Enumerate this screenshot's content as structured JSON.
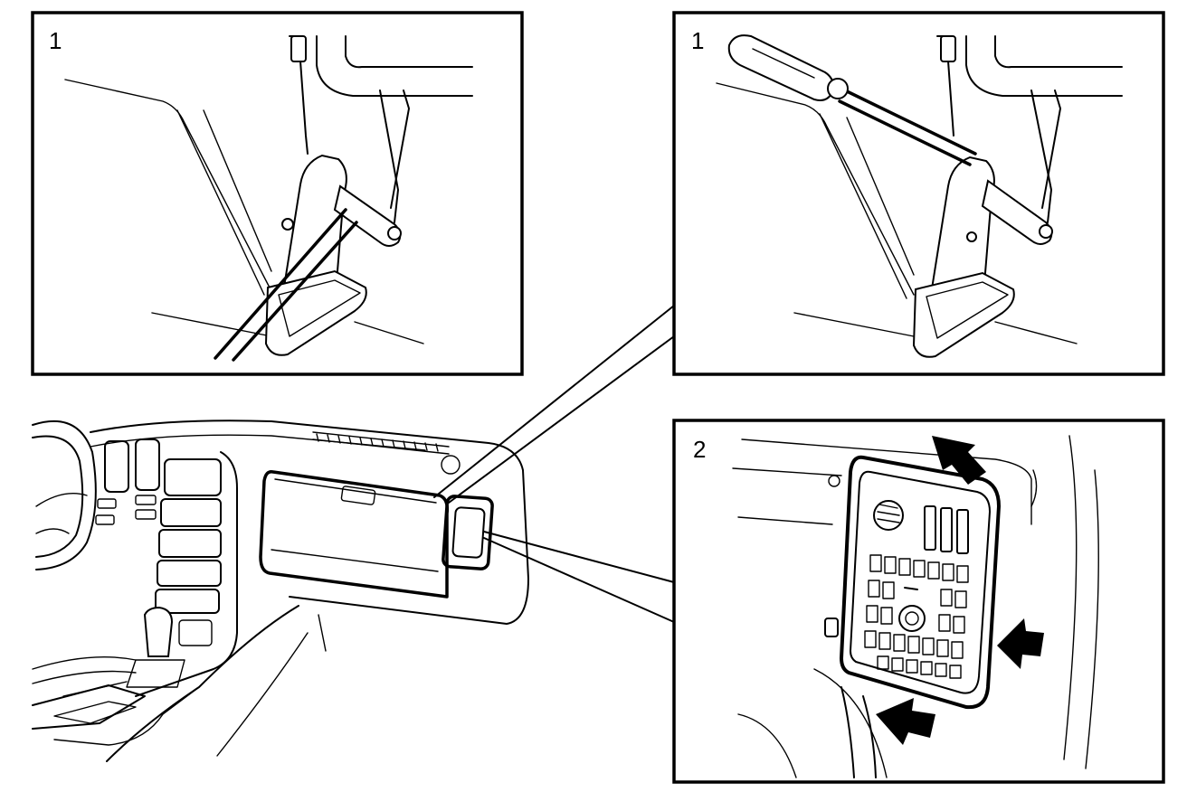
{
  "panels": {
    "top_left": {
      "number": "1"
    },
    "top_right": {
      "number": "1"
    },
    "bottom_right": {
      "number": "2"
    }
  },
  "colors": {
    "ink": "#000000",
    "paper": "#ffffff"
  },
  "icons": [
    "arrow-icon"
  ]
}
